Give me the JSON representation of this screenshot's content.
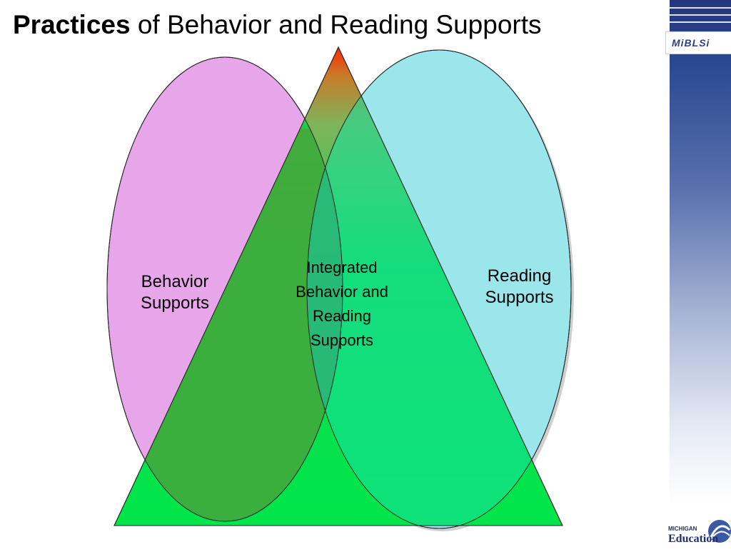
{
  "title": {
    "bold": "Practices",
    "rest": " of Behavior and Reading Supports"
  },
  "logos": {
    "mibl": "MiBLSi",
    "mde_small": "MICHIGAN",
    "mde_big": "Education"
  },
  "diagram": {
    "left_circle": [
      "Behavior",
      "Supports"
    ],
    "right_circle": [
      "Reading",
      "Supports"
    ],
    "center": [
      "Integrated",
      "Behavior and",
      "Reading",
      "Supports"
    ]
  },
  "colors": {
    "left_ellipse": "#e8a6ea",
    "right_ellipse": "#9ae6ea",
    "overlap": "#7fb2e0",
    "triangle": "#00e04a",
    "triangle_tip": "#ff3300"
  }
}
